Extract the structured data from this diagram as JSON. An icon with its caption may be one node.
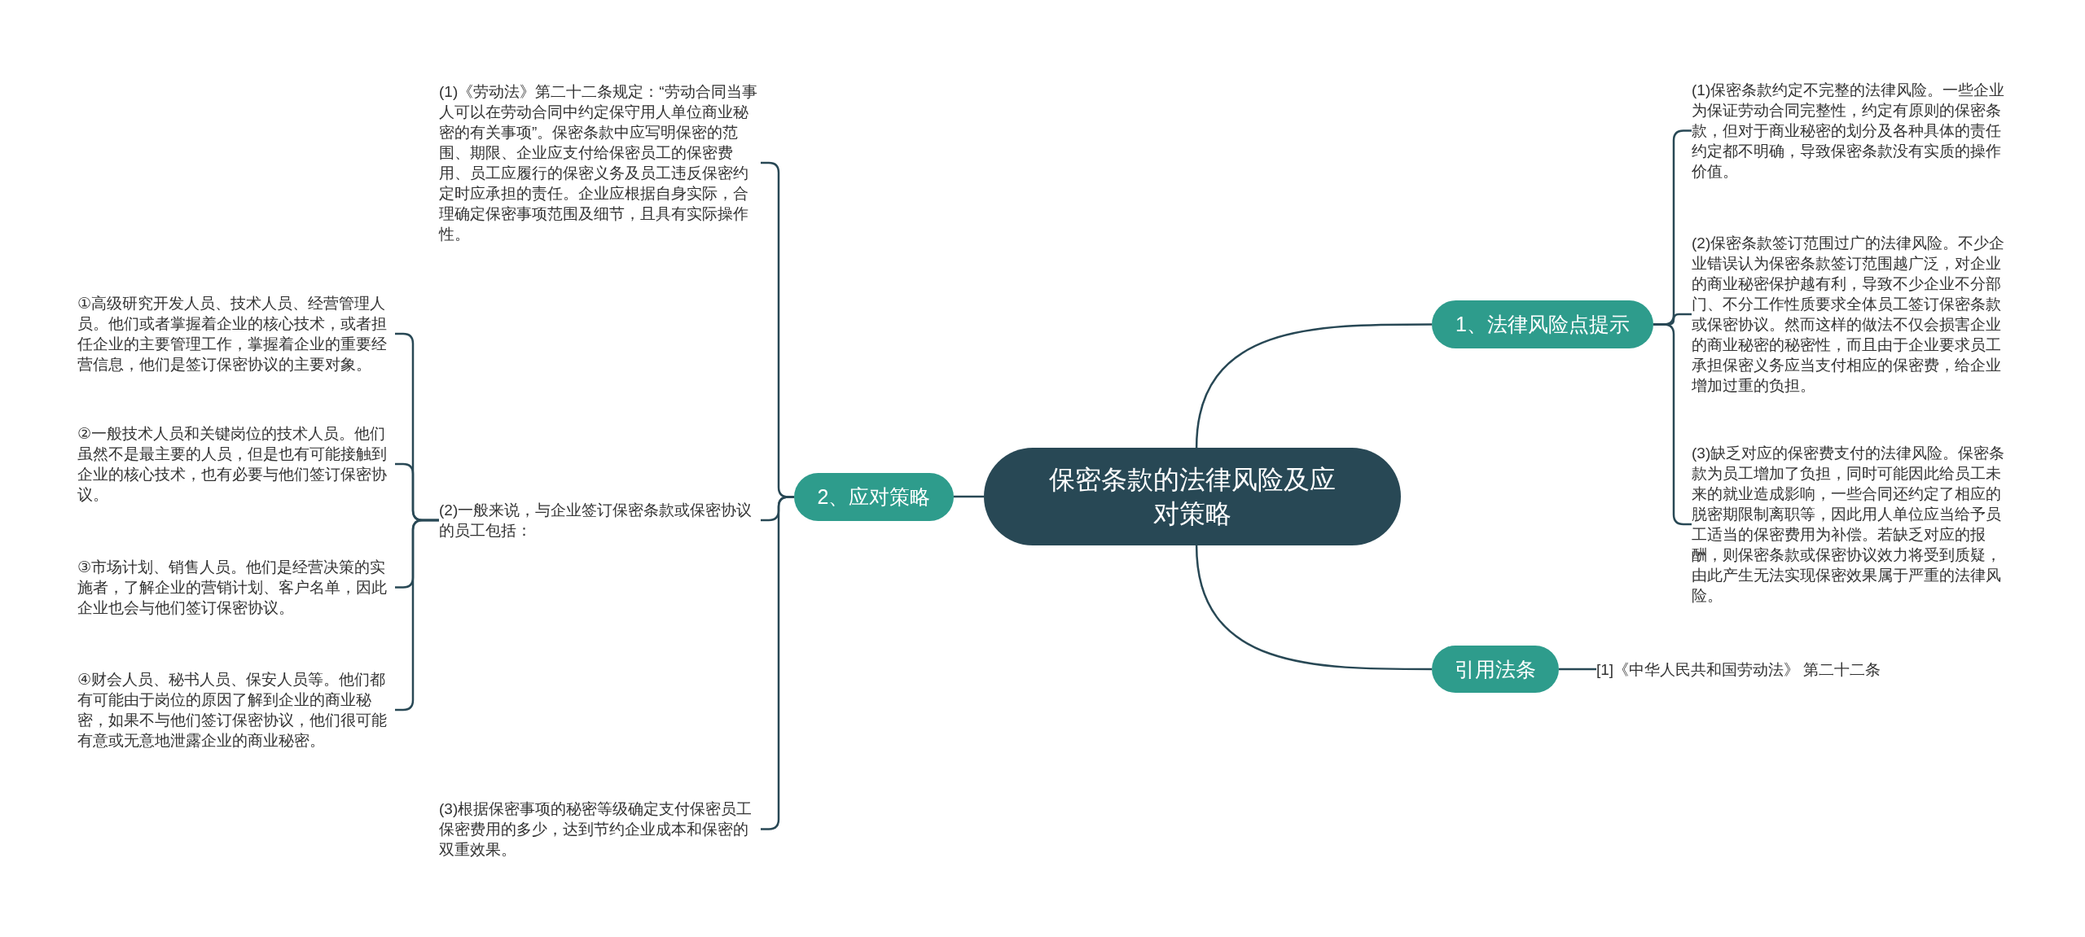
{
  "diagram": {
    "nodes": [
      {
        "text": [
          "保密条款的法律风险及应对策略"
        ]
      },
      {
        "text": [
          "1、法律风险点提示"
        ]
      },
      {
        "text": [
          "(1)保密条款约定不完整的法律风险。一些企业为保证劳动合同完整性，约定有原则的保密条款，但对于商业秘密的划分及各种具体的责任约定都不明确，导致保密条款没有实质的操作价值。"
        ]
      },
      {
        "text": [
          "(2)保密条款签订范围过广的法律风险。不少企业错误认为保密条款签订范围越广泛，对企业的商业秘密保护越有利，导致不少企业不分部门、不分工作性质要求全体员工签订保密条款或保密协议。然而这样的做法不仅会损害企业的商业秘密的秘密性，而且由于企业要求员工承担保密义务应当支付相应的保密费，给企业增加过重的负担。"
        ]
      },
      {
        "text": [
          "(3)缺乏对应的保密费支付的法律风险。保密条款为员工增加了负担，同时可能因此给员工未来的就业造成影响，一些合同还约定了相应的脱密期限制离职等，因此用人单位应当给予员工适当的保密费用为补偿。若缺乏对应的报酬，则保密条款或保密协议效力将受到质疑，由此产生无法实现保密效果属于严重的法律风险。"
        ]
      },
      {
        "text": [
          "引用法条"
        ]
      },
      {
        "text": [
          "[1]《中华人民共和国劳动法》 第二十二条"
        ]
      },
      {
        "text": [
          "2、应对策略"
        ]
      },
      {
        "text": [
          "(1)《劳动法》第二十二条规定：“劳动合同当事人可以在劳动合同中约定保守用人单位商业秘密的有关事项”。保密条款中应写明保密的范围、期限、企业应支付给保密员工的保密费用、员工应履行的保密义务及员工违反保密约定时应承担的责任。企业应根据自身实际，合理确定保密事项范围及细节，且具有实际操作性。"
        ]
      },
      {
        "text": [
          "(2)一般来说，与企业签订保密条款或保密协议的员工包括："
        ]
      },
      {
        "text": [
          "①高级研究开发人员、技术人员、经营管理人员。他们或者掌握着企业的核心技术，或者担任企业的主要管理工作，掌握着企业的重要经营信息，他们是签订保密协议的主要对象。"
        ]
      },
      {
        "text": [
          "②一般技术人员和关键岗位的技术人员。他们虽然不是最主要的人员，但是也有可能接触到企业的核心技术，也有必要与他们签订保密协议。"
        ]
      },
      {
        "text": [
          "③市场计划、销售人员。他们是经营决策的实施者，了解企业的营销计划、客户名单，因此企业也会与他们签订保密协议。"
        ]
      },
      {
        "text": [
          "④财会人员、秘书人员、保安人员等。他们都有可能由于岗位的原因了解到企业的商业秘密，如果不与他们签订保密协议，他们很可能有意或无意地泄露企业的商业秘密。"
        ]
      },
      {
        "text": [
          "(3)根据保密事项的秘密等级确定支付保密员工保密费用的多少，达到节约企业成本和保密的双重效果。"
        ]
      }
    ],
    "edges": [
      {
        "from": 0,
        "to": 1,
        "arrow": "none"
      },
      {
        "from": 1,
        "to": 2,
        "arrow": "none"
      },
      {
        "from": 1,
        "to": 3,
        "arrow": "none"
      },
      {
        "from": 1,
        "to": 4,
        "arrow": "none"
      },
      {
        "from": 0,
        "to": 5,
        "arrow": "none"
      },
      {
        "from": 5,
        "to": 6,
        "arrow": "none"
      },
      {
        "from": 0,
        "to": 7,
        "arrow": "none"
      },
      {
        "from": 7,
        "to": 8,
        "arrow": "none"
      },
      {
        "from": 7,
        "to": 9,
        "arrow": "none"
      },
      {
        "from": 9,
        "to": 10,
        "arrow": "none"
      },
      {
        "from": 9,
        "to": 11,
        "arrow": "none"
      },
      {
        "from": 9,
        "to": 12,
        "arrow": "none"
      },
      {
        "from": 9,
        "to": 13,
        "arrow": "none"
      },
      {
        "from": 7,
        "to": 14,
        "arrow": "none"
      }
    ]
  }
}
